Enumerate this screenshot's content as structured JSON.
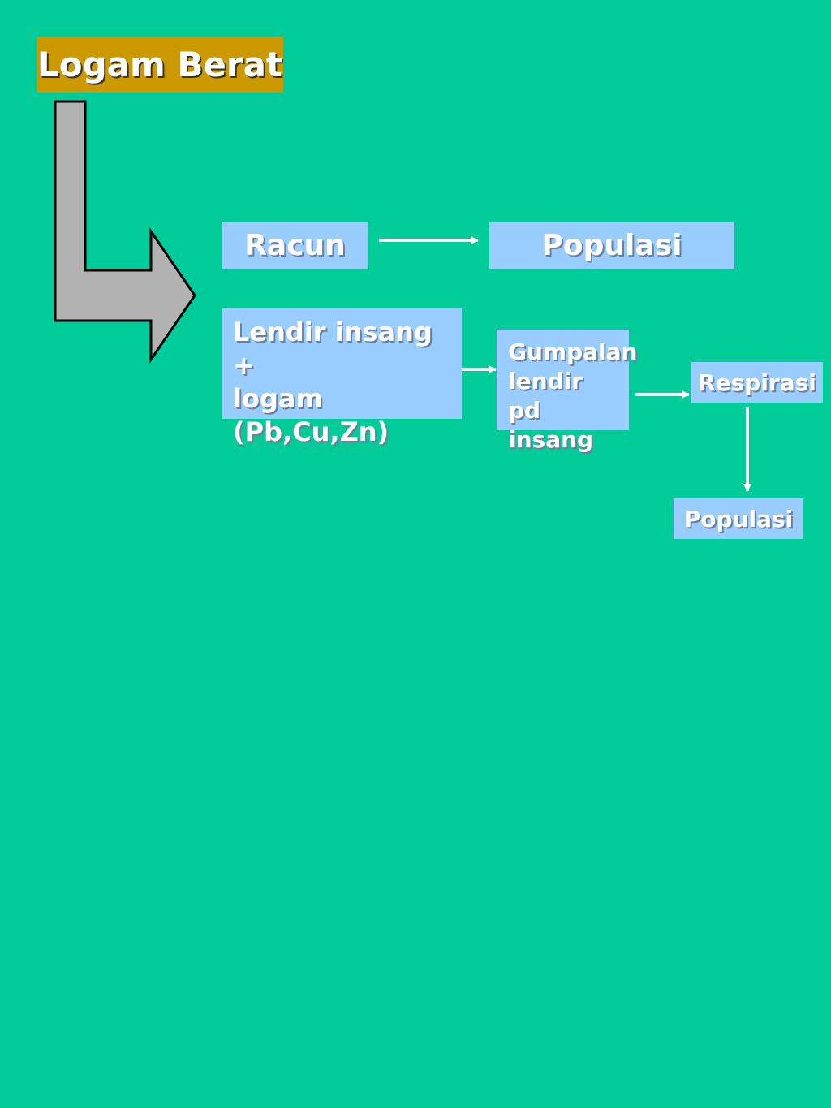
{
  "title": "Logam Berat",
  "colors": {
    "background": "#00CC99",
    "title_fill": "#CC9900",
    "box_fill": "#99CCFF",
    "text": "#FFFFFF",
    "bent_arrow_fill": "#B2B2B2",
    "bent_arrow_stroke": "#000000",
    "connector": "#FFFFFF"
  },
  "nodes": {
    "racun": "Racun",
    "populasi_top": "Populasi",
    "lendir": "Lendir insang +\nlogam\n(Pb,Cu,Zn)",
    "gumpalan": "Gumpalan\nlendir pd\ninsang",
    "respirasi": "Respirasi",
    "populasi_bottom": "Populasi"
  },
  "icons": {
    "bent_arrow": "bent-down-right-arrow-icon"
  }
}
